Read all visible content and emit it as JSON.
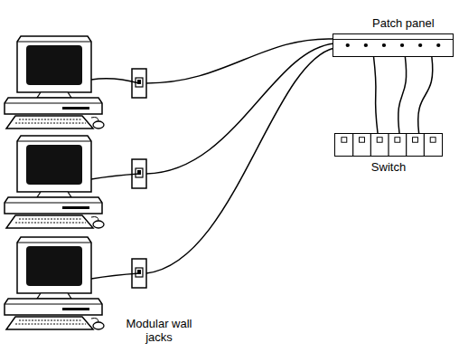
{
  "diagram": {
    "nodes": [
      {
        "text": [
          "Patch panel"
        ]
      },
      {
        "text": [
          "Switch"
        ]
      }
    ],
    "edges": [
      {
        "from": 0,
        "to": 1,
        "arrow": "none"
      },
      {
        "from": 0,
        "to": 1,
        "arrow": "none"
      },
      {
        "from": 0,
        "to": 1,
        "arrow": "none"
      }
    ],
    "labels": [
      "Modular wall jacks"
    ]
  }
}
